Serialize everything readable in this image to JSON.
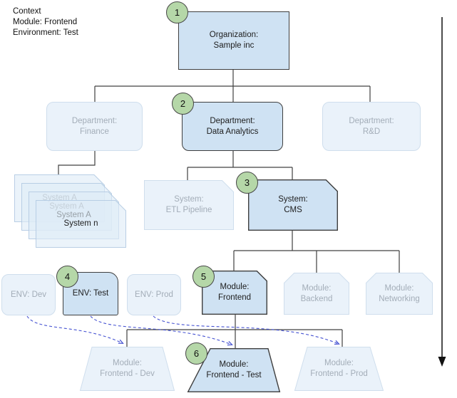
{
  "context": {
    "heading": "Context",
    "module_line": "Module: Frontend",
    "environment_line": "Environment: Test"
  },
  "badges": {
    "b1": "1",
    "b2": "2",
    "b3": "3",
    "b4": "4",
    "b5": "5",
    "b6": "6"
  },
  "nodes": {
    "organization": "Organization:\nSample inc",
    "dept_finance": "Department:\nFinance",
    "dept_data_analytics": "Department:\nData Analytics",
    "dept_rnd": "Department:\nR&D",
    "stack": [
      "System A",
      "System A",
      "System A",
      "System n"
    ],
    "system_etl": "System:\nETL Pipeline",
    "system_cms": "System:\nCMS",
    "env_dev": "ENV: Dev",
    "env_test": "ENV: Test",
    "env_prod": "ENV: Prod",
    "module_frontend": "Module:\nFrontend",
    "module_backend": "Module:\nBackend",
    "module_networking": "Module:\nNetworking",
    "frontend_dev": "Module:\nFrontend - Dev",
    "frontend_test": "Module:\nFrontend - Test",
    "frontend_prod": "Module:\nFrontend - Prod"
  },
  "colors": {
    "active_fill": "#cfe2f3",
    "faded_fill": "#eaf2fa",
    "active_border": "#3f3f3f",
    "faded_border": "#cfdeed",
    "badge_fill": "#b5d7a8",
    "dashed_link": "#4653d2",
    "faded_text": "#a3adb8",
    "connector": "#404040"
  }
}
